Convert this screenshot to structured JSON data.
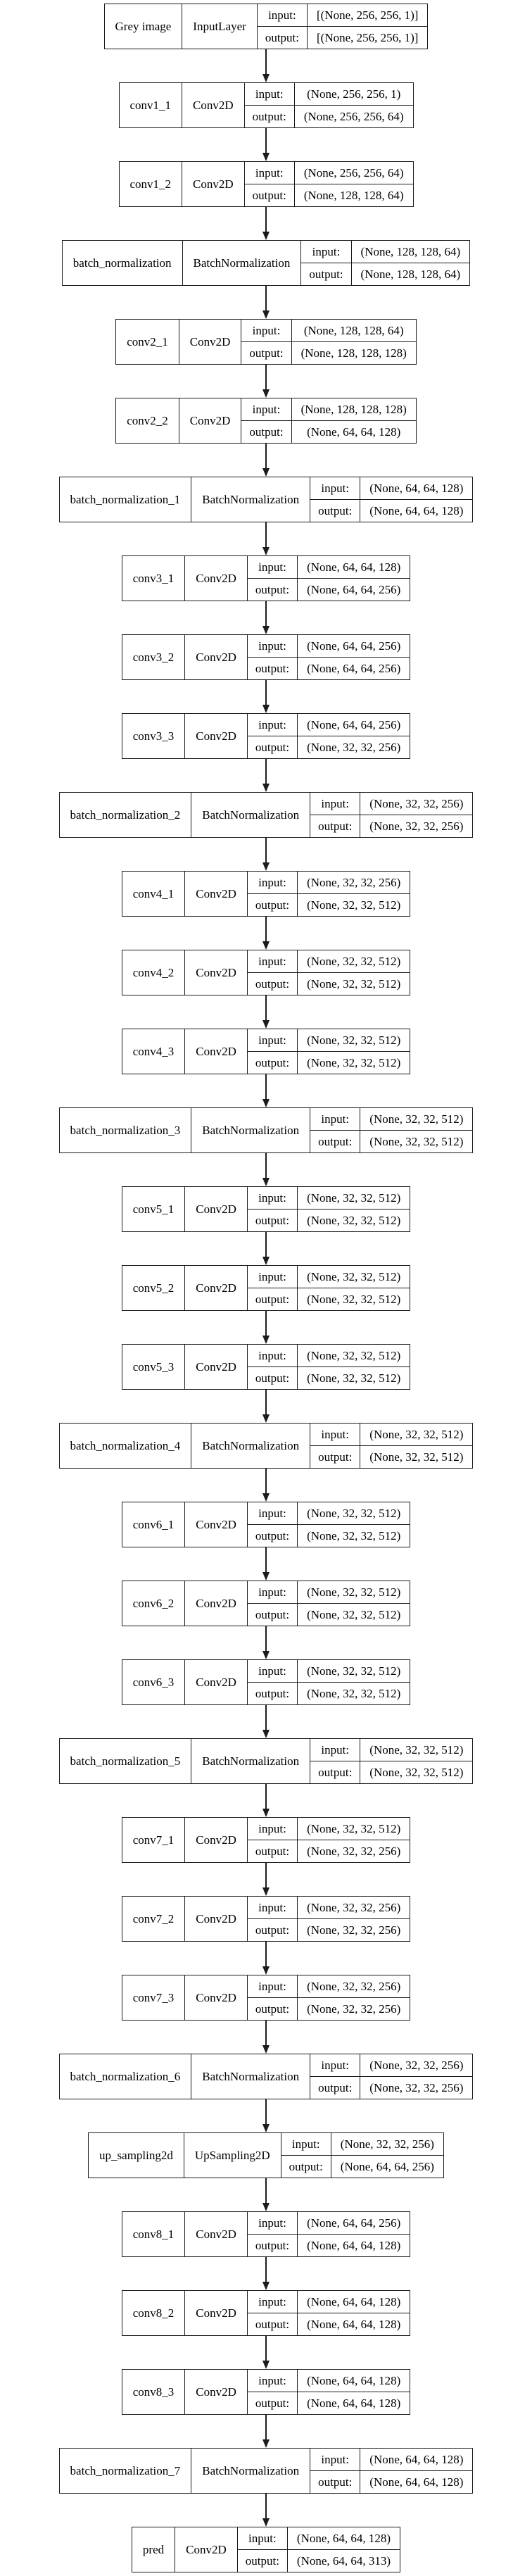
{
  "diagram": {
    "background_color": "#ffffff",
    "border_color": "#1c1c1c",
    "io_labels": {
      "input": "input:",
      "output": "output:"
    },
    "layers": [
      {
        "name": "Grey image",
        "type": "InputLayer",
        "input": "[(None, 256, 256, 1)]",
        "output": "[(None, 256, 256, 1)]"
      },
      {
        "name": "conv1_1",
        "type": "Conv2D",
        "input": "(None, 256, 256, 1)",
        "output": "(None, 256, 256, 64)"
      },
      {
        "name": "conv1_2",
        "type": "Conv2D",
        "input": "(None, 256, 256, 64)",
        "output": "(None, 128, 128, 64)"
      },
      {
        "name": "batch_normalization",
        "type": "BatchNormalization",
        "input": "(None, 128, 128, 64)",
        "output": "(None, 128, 128, 64)"
      },
      {
        "name": "conv2_1",
        "type": "Conv2D",
        "input": "(None, 128, 128, 64)",
        "output": "(None, 128, 128, 128)"
      },
      {
        "name": "conv2_2",
        "type": "Conv2D",
        "input": "(None, 128, 128, 128)",
        "output": "(None, 64, 64, 128)"
      },
      {
        "name": "batch_normalization_1",
        "type": "BatchNormalization",
        "input": "(None, 64, 64, 128)",
        "output": "(None, 64, 64, 128)"
      },
      {
        "name": "conv3_1",
        "type": "Conv2D",
        "input": "(None, 64, 64, 128)",
        "output": "(None, 64, 64, 256)"
      },
      {
        "name": "conv3_2",
        "type": "Conv2D",
        "input": "(None, 64, 64, 256)",
        "output": "(None, 64, 64, 256)"
      },
      {
        "name": "conv3_3",
        "type": "Conv2D",
        "input": "(None, 64, 64, 256)",
        "output": "(None, 32, 32, 256)"
      },
      {
        "name": "batch_normalization_2",
        "type": "BatchNormalization",
        "input": "(None, 32, 32, 256)",
        "output": "(None, 32, 32, 256)"
      },
      {
        "name": "conv4_1",
        "type": "Conv2D",
        "input": "(None, 32, 32, 256)",
        "output": "(None, 32, 32, 512)"
      },
      {
        "name": "conv4_2",
        "type": "Conv2D",
        "input": "(None, 32, 32, 512)",
        "output": "(None, 32, 32, 512)"
      },
      {
        "name": "conv4_3",
        "type": "Conv2D",
        "input": "(None, 32, 32, 512)",
        "output": "(None, 32, 32, 512)"
      },
      {
        "name": "batch_normalization_3",
        "type": "BatchNormalization",
        "input": "(None, 32, 32, 512)",
        "output": "(None, 32, 32, 512)"
      },
      {
        "name": "conv5_1",
        "type": "Conv2D",
        "input": "(None, 32, 32, 512)",
        "output": "(None, 32, 32, 512)"
      },
      {
        "name": "conv5_2",
        "type": "Conv2D",
        "input": "(None, 32, 32, 512)",
        "output": "(None, 32, 32, 512)"
      },
      {
        "name": "conv5_3",
        "type": "Conv2D",
        "input": "(None, 32, 32, 512)",
        "output": "(None, 32, 32, 512)"
      },
      {
        "name": "batch_normalization_4",
        "type": "BatchNormalization",
        "input": "(None, 32, 32, 512)",
        "output": "(None, 32, 32, 512)"
      },
      {
        "name": "conv6_1",
        "type": "Conv2D",
        "input": "(None, 32, 32, 512)",
        "output": "(None, 32, 32, 512)"
      },
      {
        "name": "conv6_2",
        "type": "Conv2D",
        "input": "(None, 32, 32, 512)",
        "output": "(None, 32, 32, 512)"
      },
      {
        "name": "conv6_3",
        "type": "Conv2D",
        "input": "(None, 32, 32, 512)",
        "output": "(None, 32, 32, 512)"
      },
      {
        "name": "batch_normalization_5",
        "type": "BatchNormalization",
        "input": "(None, 32, 32, 512)",
        "output": "(None, 32, 32, 512)"
      },
      {
        "name": "conv7_1",
        "type": "Conv2D",
        "input": "(None, 32, 32, 512)",
        "output": "(None, 32, 32, 256)"
      },
      {
        "name": "conv7_2",
        "type": "Conv2D",
        "input": "(None, 32, 32, 256)",
        "output": "(None, 32, 32, 256)"
      },
      {
        "name": "conv7_3",
        "type": "Conv2D",
        "input": "(None, 32, 32, 256)",
        "output": "(None, 32, 32, 256)"
      },
      {
        "name": "batch_normalization_6",
        "type": "BatchNormalization",
        "input": "(None, 32, 32, 256)",
        "output": "(None, 32, 32, 256)"
      },
      {
        "name": "up_sampling2d",
        "type": "UpSampling2D",
        "input": "(None, 32, 32, 256)",
        "output": "(None, 64, 64, 256)"
      },
      {
        "name": "conv8_1",
        "type": "Conv2D",
        "input": "(None, 64, 64, 256)",
        "output": "(None, 64, 64, 128)"
      },
      {
        "name": "conv8_2",
        "type": "Conv2D",
        "input": "(None, 64, 64, 128)",
        "output": "(None, 64, 64, 128)"
      },
      {
        "name": "conv8_3",
        "type": "Conv2D",
        "input": "(None, 64, 64, 128)",
        "output": "(None, 64, 64, 128)"
      },
      {
        "name": "batch_normalization_7",
        "type": "BatchNormalization",
        "input": "(None, 64, 64, 128)",
        "output": "(None, 64, 64, 128)"
      },
      {
        "name": "pred",
        "type": "Conv2D",
        "input": "(None, 64, 64, 128)",
        "output": "(None, 64, 64, 313)"
      }
    ]
  }
}
